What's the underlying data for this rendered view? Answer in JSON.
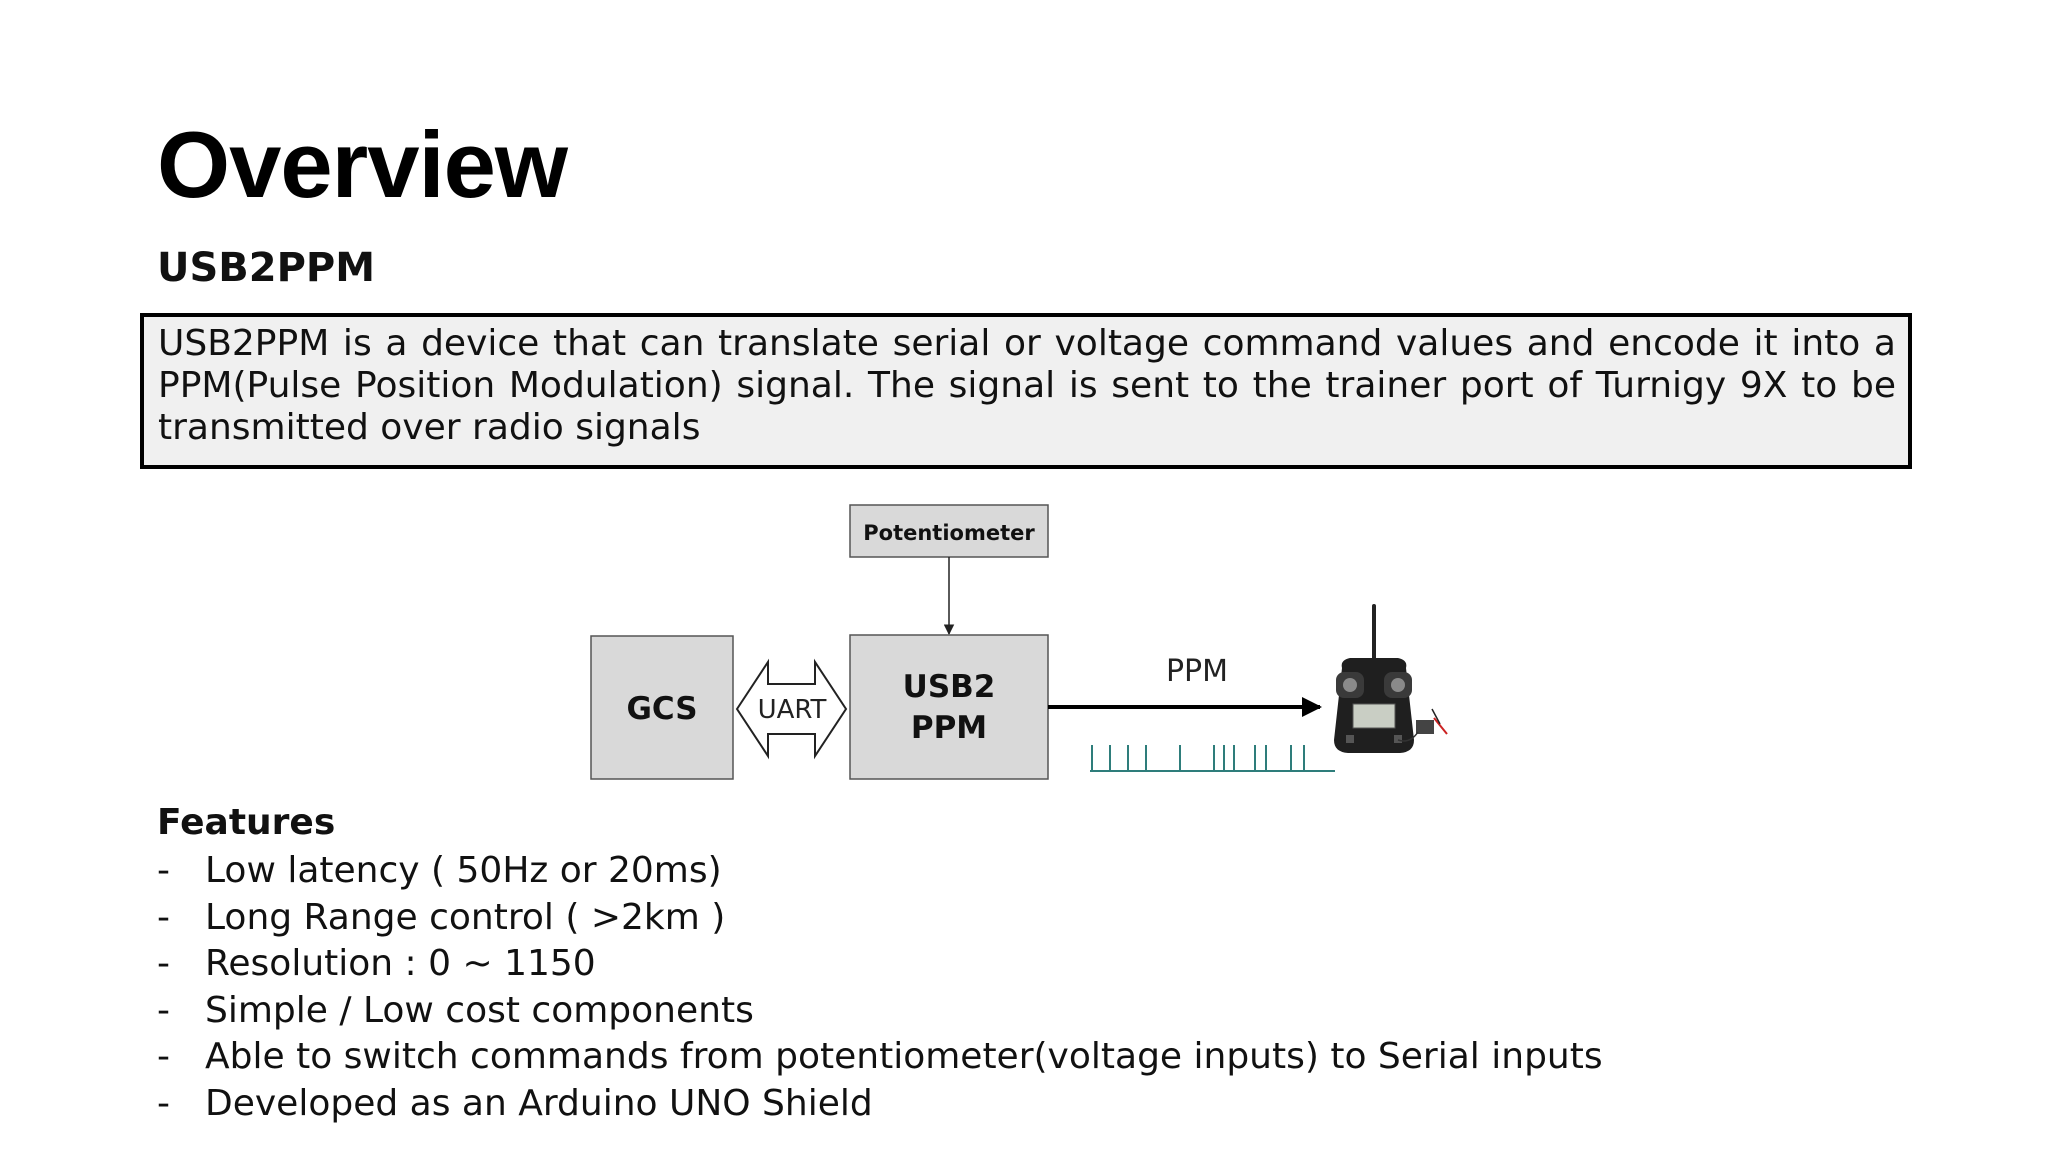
{
  "title": "Overview",
  "subtitle": "USB2PPM",
  "description": "USB2PPM is a device that can translate serial or voltage command values and encode it into a PPM(Pulse Position Modulation) signal. The signal is sent to the trainer port of Turnigy 9X to be transmitted over radio signals",
  "diagram": {
    "potentiometer_label": "Potentiometer",
    "gcs_label": "GCS",
    "uart_label": "UART",
    "usb2ppm_line1": "USB2",
    "usb2ppm_line2": "PPM",
    "ppm_label": "PPM",
    "box_fill": "#d9d9d9",
    "box_stroke": "#555555",
    "signal_color": "#2e7d7b"
  },
  "features": {
    "heading": "Features",
    "bullet": "-",
    "items": [
      "Low latency ( 50Hz or 20ms)",
      "Long Range control ( >2km )",
      "Resolution : 0 ~ 1150",
      "Simple / Low cost components",
      "Able to switch commands from potentiometer(voltage inputs) to Serial inputs",
      "Developed as an Arduino UNO Shield"
    ]
  }
}
